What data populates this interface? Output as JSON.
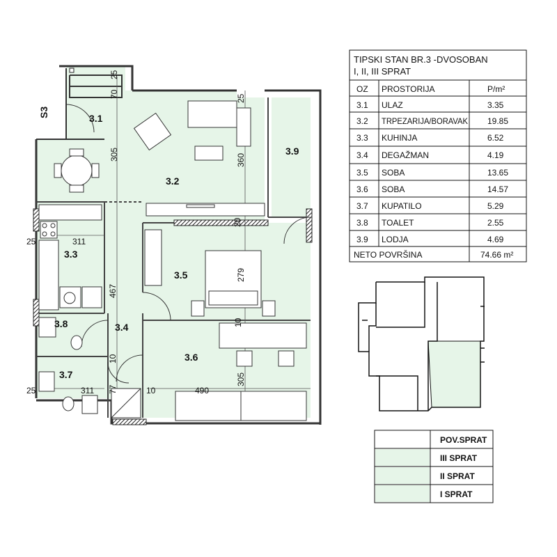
{
  "colors": {
    "room_fill": "#e6f5e8",
    "wall": "#333333",
    "legend_fill": "#e6f5e8"
  },
  "rooms": {
    "r31": "3.1",
    "r32": "3.2",
    "r33": "3.3",
    "r34": "3.4",
    "r35": "3.5",
    "r36": "3.6",
    "r37": "3.7",
    "r38": "3.8",
    "r39": "3.9"
  },
  "stair_label": "S3",
  "dims": {
    "d25a": "25",
    "d70": "70",
    "d305a": "305",
    "d25b": "25",
    "d360": "360",
    "d20a": "20",
    "d25c": "25",
    "d311a": "311",
    "d467": "467",
    "d279": "279",
    "d10a": "10",
    "d10b": "10",
    "d305b": "305",
    "d77": "77",
    "d25d": "25",
    "d311b": "311",
    "d10c": "10",
    "d490": "490"
  },
  "table": {
    "title_line1": "TIPSKI STAN BR.3 -DVOSOBAN",
    "title_line2": "I, II, III SPRAT",
    "headers": [
      "OZ",
      "PROSTORIJA",
      "P/m²"
    ],
    "rows": [
      [
        "3.1",
        "ULAZ",
        "3.35"
      ],
      [
        "3.2",
        "TRPEZARIJA/BORAVAK",
        "19.85"
      ],
      [
        "3.3",
        "KUHINJA",
        "6.52"
      ],
      [
        "3.4",
        "DEGAŽMAN",
        "4.19"
      ],
      [
        "3.5",
        "SOBA",
        "13.65"
      ],
      [
        "3.6",
        "SOBA",
        "14.57"
      ],
      [
        "3.7",
        "KUPATILO",
        "5.29"
      ],
      [
        "3.8",
        "TOALET",
        "2.55"
      ],
      [
        "3.9",
        "LODJA",
        "4.69"
      ]
    ],
    "footer_label": "NETO POVRŠINA",
    "footer_value": "74.66 m²"
  },
  "legend": {
    "items": [
      "POV.SPRAT",
      "III SPRAT",
      "II SPRAT",
      "I SPRAT"
    ],
    "highlighted": [
      false,
      true,
      true,
      true
    ]
  }
}
